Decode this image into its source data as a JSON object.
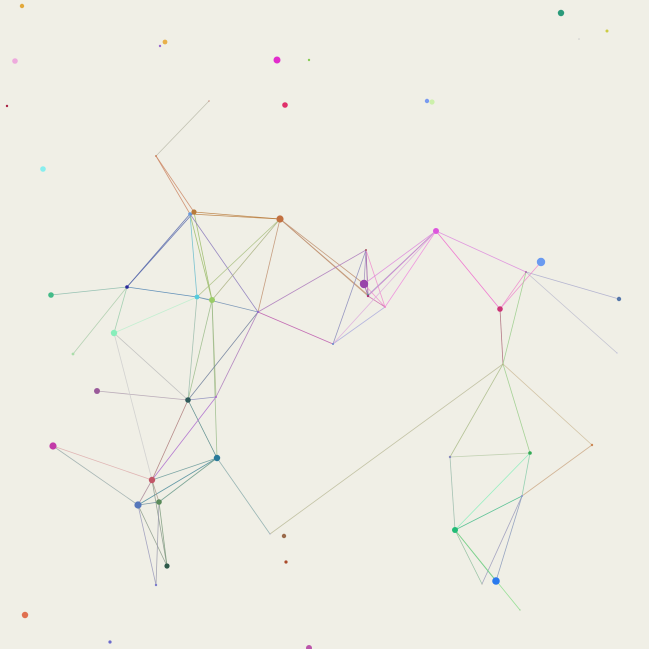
{
  "colors": {
    "background": "#f0efe6"
  },
  "nodes": [
    {
      "id": "n1",
      "color": "#e2a83a"
    },
    {
      "id": "n2",
      "color": "#e8b04a"
    },
    {
      "id": "n3",
      "color": "#9a6ad0"
    },
    {
      "id": "n4",
      "color": "#eeaadd"
    },
    {
      "id": "n5",
      "color": "#e22ccc"
    },
    {
      "id": "n6",
      "color": "#88cc55"
    },
    {
      "id": "n7",
      "color": "#e0306a"
    },
    {
      "id": "n8",
      "color": "#2a9a7a"
    },
    {
      "id": "n9",
      "color": "#cccc44"
    },
    {
      "id": "n10",
      "color": "#cccccc"
    },
    {
      "id": "n11",
      "color": "#7a9af0"
    },
    {
      "id": "n12",
      "color": "#ccf0aa"
    },
    {
      "id": "n13",
      "color": "#aa2244"
    },
    {
      "id": "n14",
      "color": "#88eeee"
    },
    {
      "id": "n15",
      "color": "#cc8866"
    },
    {
      "id": "n16",
      "color": "#bb6655"
    },
    {
      "id": "n17",
      "color": "#b87a3a"
    },
    {
      "id": "n18",
      "color": "#6699dd"
    },
    {
      "id": "n19",
      "color": "#c27040"
    },
    {
      "id": "n20",
      "color": "#2a2a9a"
    },
    {
      "id": "n21",
      "color": "#44bb88"
    },
    {
      "id": "n22",
      "color": "#55ccdd"
    },
    {
      "id": "n23",
      "color": "#99cc66"
    },
    {
      "id": "n24",
      "color": "#88eebb"
    },
    {
      "id": "n25",
      "color": "#aaddaa"
    },
    {
      "id": "n26",
      "color": "#aa5566"
    },
    {
      "id": "n27",
      "color": "#9944aa"
    },
    {
      "id": "n28",
      "color": "#55a09a"
    },
    {
      "id": "n29",
      "color": "#aa3377"
    },
    {
      "id": "n30",
      "color": "#ee88cc"
    },
    {
      "id": "n31",
      "color": "#8866cc"
    },
    {
      "id": "n32",
      "color": "#6688cc"
    },
    {
      "id": "n33",
      "color": "#dd55dd"
    },
    {
      "id": "n34",
      "color": "#6a9af0"
    },
    {
      "id": "n35",
      "color": "#aa6aaa"
    },
    {
      "id": "n36",
      "color": "#cc3377"
    },
    {
      "id": "n37",
      "color": "#5577aa"
    },
    {
      "id": "n38",
      "color": "#bbbbdd"
    },
    {
      "id": "n39",
      "color": "#99aa66"
    },
    {
      "id": "n40",
      "color": "#9a5a9a"
    },
    {
      "id": "n41",
      "color": "#2f5a5a"
    },
    {
      "id": "n42",
      "color": "#aa66cc"
    },
    {
      "id": "n43",
      "color": "#c23aa8"
    },
    {
      "id": "n44",
      "color": "#2a7a9a"
    },
    {
      "id": "n45",
      "color": "#c25566"
    },
    {
      "id": "n46",
      "color": "#5577bb"
    },
    {
      "id": "n47",
      "color": "#5a8a5a"
    },
    {
      "id": "n48",
      "color": "#aaaacc"
    },
    {
      "id": "n49",
      "color": "#9a6a4a"
    },
    {
      "id": "n50",
      "color": "#aa4a2a"
    },
    {
      "id": "n51",
      "color": "#2f5a4a"
    },
    {
      "id": "n52",
      "color": "#7a7acc"
    },
    {
      "id": "n53",
      "color": "#8888bb"
    },
    {
      "id": "n54",
      "color": "#33aa55"
    },
    {
      "id": "n55",
      "color": "#cc8855"
    },
    {
      "id": "n56",
      "color": "#8899cc"
    },
    {
      "id": "n57",
      "color": "#22bb77"
    },
    {
      "id": "n58",
      "color": "#aaaaaa"
    },
    {
      "id": "n59",
      "color": "#2a7aee"
    },
    {
      "id": "n60",
      "color": "#88cc88"
    },
    {
      "id": "n61",
      "color": "#e07050"
    },
    {
      "id": "n62",
      "color": "#6a6acc"
    },
    {
      "id": "n63",
      "color": "#bb55aa"
    }
  ],
  "edges": [
    [
      "n15",
      "n17",
      "#cc8866"
    ],
    [
      "n15",
      "n18",
      "#cc8866"
    ],
    [
      "n17",
      "n18",
      "#b87a3a"
    ],
    [
      "n17",
      "n19",
      "#b87a3a"
    ],
    [
      "n18",
      "n19",
      "#b87a3a"
    ],
    [
      "n18",
      "n20",
      "#5566aa"
    ],
    [
      "n17",
      "n20",
      "#5566aa"
    ],
    [
      "n18",
      "n22",
      "#66bbcc"
    ],
    [
      "n17",
      "n23",
      "#99bb66"
    ],
    [
      "n18",
      "n23",
      "#99bb66"
    ],
    [
      "n18",
      "n31",
      "#8877bb"
    ],
    [
      "n19",
      "n31",
      "#c09070"
    ],
    [
      "n19",
      "n23",
      "#a8b080"
    ],
    [
      "n19",
      "n22",
      "#a8c080"
    ],
    [
      "n19",
      "n27",
      "#c09070"
    ],
    [
      "n19",
      "n28",
      "#c09070"
    ],
    [
      "n19",
      "n29",
      "#c09070"
    ],
    [
      "n20",
      "n21",
      "#88bbaa"
    ],
    [
      "n20",
      "n24",
      "#99ccaa"
    ],
    [
      "n20",
      "n22",
      "#4a80b0"
    ],
    [
      "n22",
      "n23",
      "#88bbbb"
    ],
    [
      "n22",
      "n31",
      "#6a8ab0"
    ],
    [
      "n22",
      "n24",
      "#bbeecc"
    ],
    [
      "n22",
      "n41",
      "#99bbaa"
    ],
    [
      "n20",
      "n25",
      "#aaccaa"
    ],
    [
      "n23",
      "n41",
      "#99bb88"
    ],
    [
      "n23",
      "n42",
      "#aabb88"
    ],
    [
      "n23",
      "n44",
      "#99bb88"
    ],
    [
      "n31",
      "n41",
      "#6a7a99"
    ],
    [
      "n31",
      "n42",
      "#aa77bb"
    ],
    [
      "n31",
      "n32",
      "#bb55aa"
    ],
    [
      "n31",
      "n26",
      "#aa77bb"
    ],
    [
      "n40",
      "n41",
      "#b0a0b0"
    ],
    [
      "n41",
      "n42",
      "#8888bb"
    ],
    [
      "n41",
      "n44",
      "#4a8080"
    ],
    [
      "n41",
      "n45",
      "#aa7777"
    ],
    [
      "n24",
      "n41",
      "#bbbbbb"
    ],
    [
      "n24",
      "n45",
      "#cccccc"
    ],
    [
      "n42",
      "n45",
      "#aa66cc"
    ],
    [
      "n43",
      "n45",
      "#ddaaaa"
    ],
    [
      "n43",
      "n46",
      "#99aaaa"
    ],
    [
      "n44",
      "n45",
      "#6a9a9a"
    ],
    [
      "n44",
      "n46",
      "#4a8a9a"
    ],
    [
      "n44",
      "n47",
      "#6a9a8a"
    ],
    [
      "n44",
      "n48",
      "#88aaaa"
    ],
    [
      "n45",
      "n46",
      "#aa8899"
    ],
    [
      "n45",
      "n47",
      "#aa9988"
    ],
    [
      "n45",
      "n51",
      "#88998a"
    ],
    [
      "n46",
      "n47",
      "#6a8a9a"
    ],
    [
      "n46",
      "n51",
      "#8a9a8a"
    ],
    [
      "n46",
      "n52",
      "#9999bb"
    ],
    [
      "n47",
      "n51",
      "#7a9a7a"
    ],
    [
      "n47",
      "n52",
      "#9999aa"
    ],
    [
      "n26",
      "n27",
      "#9a8abb"
    ],
    [
      "n26",
      "n28",
      "#9a8abb"
    ],
    [
      "n26",
      "n29",
      "#aa66aa"
    ],
    [
      "n26",
      "n30",
      "#ee88cc"
    ],
    [
      "n26",
      "n32",
      "#8888bb"
    ],
    [
      "n27",
      "n28",
      "#99aabb"
    ],
    [
      "n27",
      "n29",
      "#aa66aa"
    ],
    [
      "n27",
      "n30",
      "#ee88cc"
    ],
    [
      "n27",
      "n33",
      "#dd88dd"
    ],
    [
      "n28",
      "n29",
      "#8888bb"
    ],
    [
      "n28",
      "n33",
      "#aaaacc"
    ],
    [
      "n29",
      "n30",
      "#cc66aa"
    ],
    [
      "n29",
      "n33",
      "#cc77cc"
    ],
    [
      "n30",
      "n33",
      "#ee88dd"
    ],
    [
      "n30",
      "n32",
      "#aaaadd"
    ],
    [
      "n32",
      "n33",
      "#ddaadd"
    ],
    [
      "n33",
      "n36",
      "#ee66cc"
    ],
    [
      "n33",
      "n35",
      "#dd88dd"
    ],
    [
      "n35",
      "n36",
      "#ee88cc"
    ],
    [
      "n35",
      "n37",
      "#aaaacc"
    ],
    [
      "n35",
      "n38",
      "#bbbbcc"
    ],
    [
      "n36",
      "n34",
      "#ee88cc"
    ],
    [
      "n36",
      "n39",
      "#aa6677"
    ],
    [
      "n39",
      "n35",
      "#99cc88"
    ],
    [
      "n39",
      "n48",
      "#bbbb99"
    ],
    [
      "n39",
      "n53",
      "#aabb88"
    ],
    [
      "n39",
      "n54",
      "#99cc88"
    ],
    [
      "n39",
      "n55",
      "#ccbb99"
    ],
    [
      "n53",
      "n54",
      "#bbccaa"
    ],
    [
      "n53",
      "n57",
      "#99bbaa"
    ],
    [
      "n54",
      "n56",
      "#88ccaa"
    ],
    [
      "n54",
      "n57",
      "#88eebb"
    ],
    [
      "n56",
      "n55",
      "#ccaa88"
    ],
    [
      "n56",
      "n57",
      "#44bb88"
    ],
    [
      "n56",
      "n58",
      "#9999bb"
    ],
    [
      "n56",
      "n59",
      "#8899bb"
    ],
    [
      "n57",
      "n58",
      "#88bb99"
    ],
    [
      "n57",
      "n59",
      "#44aa88"
    ],
    [
      "n57",
      "n60",
      "#88dd88"
    ],
    [
      "n16",
      "n15",
      "#bbbbaa"
    ]
  ]
}
